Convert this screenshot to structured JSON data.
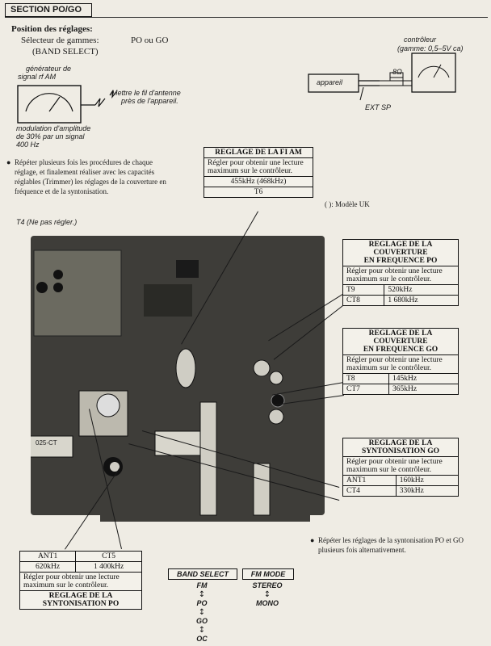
{
  "section": "SECTION PO/GO",
  "position": {
    "title": "Position des réglages:",
    "selector_label": "Sélecteur de gammes:",
    "selector_value": "PO ou GO",
    "band_select": "(BAND SELECT)"
  },
  "generator": {
    "label_1": "générateur de",
    "label_2": "signal rf AM",
    "mod_1": "modulation d'amplitude",
    "mod_2": "de 30% par un signal",
    "mod_3": "400 Hz",
    "antenna_1": "Mettre le fil d'antenne",
    "antenna_2": "près de l'appareil."
  },
  "meter": {
    "controleur": "contrôleur",
    "gamme": "(gamme: 0,5–5V ca)",
    "resistor": "8Ω",
    "appareil": "appareil",
    "ext_sp": "EXT SP"
  },
  "notes": {
    "repeat_1": "Répéter plusieurs fois les procédures de chaque",
    "repeat_2": "réglage, et finalement réaliser avec les capacités",
    "repeat_3": "réglables (Trimmer) les réglages de la couverture en",
    "repeat_4": "fréquence et de la syntonisation.",
    "uk": "(      ): Modèle UK",
    "t4": "T4 (Ne pas régler.)",
    "bottom_1": "Répéter les réglages de la syntonisation PO et GO",
    "bottom_2": "plusieurs fois alternativement."
  },
  "fi_am": {
    "title": "REGLAGE DE LA FI AM",
    "desc_1": "Régler pour obtenir une lecture",
    "desc_2": "maximum sur le contrôleur.",
    "freq": "455kHz (468kHz)",
    "part": "T6"
  },
  "cov_po": {
    "title_1": "REGLAGE DE LA COUVERTURE",
    "title_2": "EN FREQUENCE PO",
    "desc_1": "Régler pour obtenir une lecture",
    "desc_2": "maximum sur le contrôleur.",
    "rows": [
      {
        "part": "T9",
        "value": "520kHz"
      },
      {
        "part": "CT8",
        "value": "1 680kHz"
      }
    ]
  },
  "cov_go": {
    "title_1": "REGLAGE DE LA COUVERTURE",
    "title_2": "EN FREQUENCE GO",
    "desc_1": "Régler pour obtenir une lecture",
    "desc_2": "maximum sur le contrôleur.",
    "rows": [
      {
        "part": "T8",
        "value": "145kHz"
      },
      {
        "part": "CT7",
        "value": "365kHz"
      }
    ]
  },
  "synt_go": {
    "title_1": "REGLAGE DE LA",
    "title_2": "SYNTONISATION GO",
    "desc_1": "Régler pour obtenir une lecture",
    "desc_2": "maximum sur le contrôleur.",
    "rows": [
      {
        "part": "ANT1",
        "value": "160kHz"
      },
      {
        "part": "CT4",
        "value": "330kHz"
      }
    ]
  },
  "synt_po": {
    "h1": "ANT1",
    "h2": "CT5",
    "v1": "620kHz",
    "v2": "1 400kHz",
    "desc_1": "Régler pour obtenir une lecture",
    "desc_2": "maximum sur le contrôleur.",
    "title_1": "REGLAGE DE LA",
    "title_2": "SYNTONISATION PO"
  },
  "band_select": {
    "label": "BAND SELECT",
    "items": [
      "FM",
      "PO",
      "GO",
      "OC"
    ]
  },
  "fm_mode": {
    "label": "FM MODE",
    "items": [
      "STEREO",
      "MONO"
    ]
  },
  "pcb_mark": "025-CT"
}
